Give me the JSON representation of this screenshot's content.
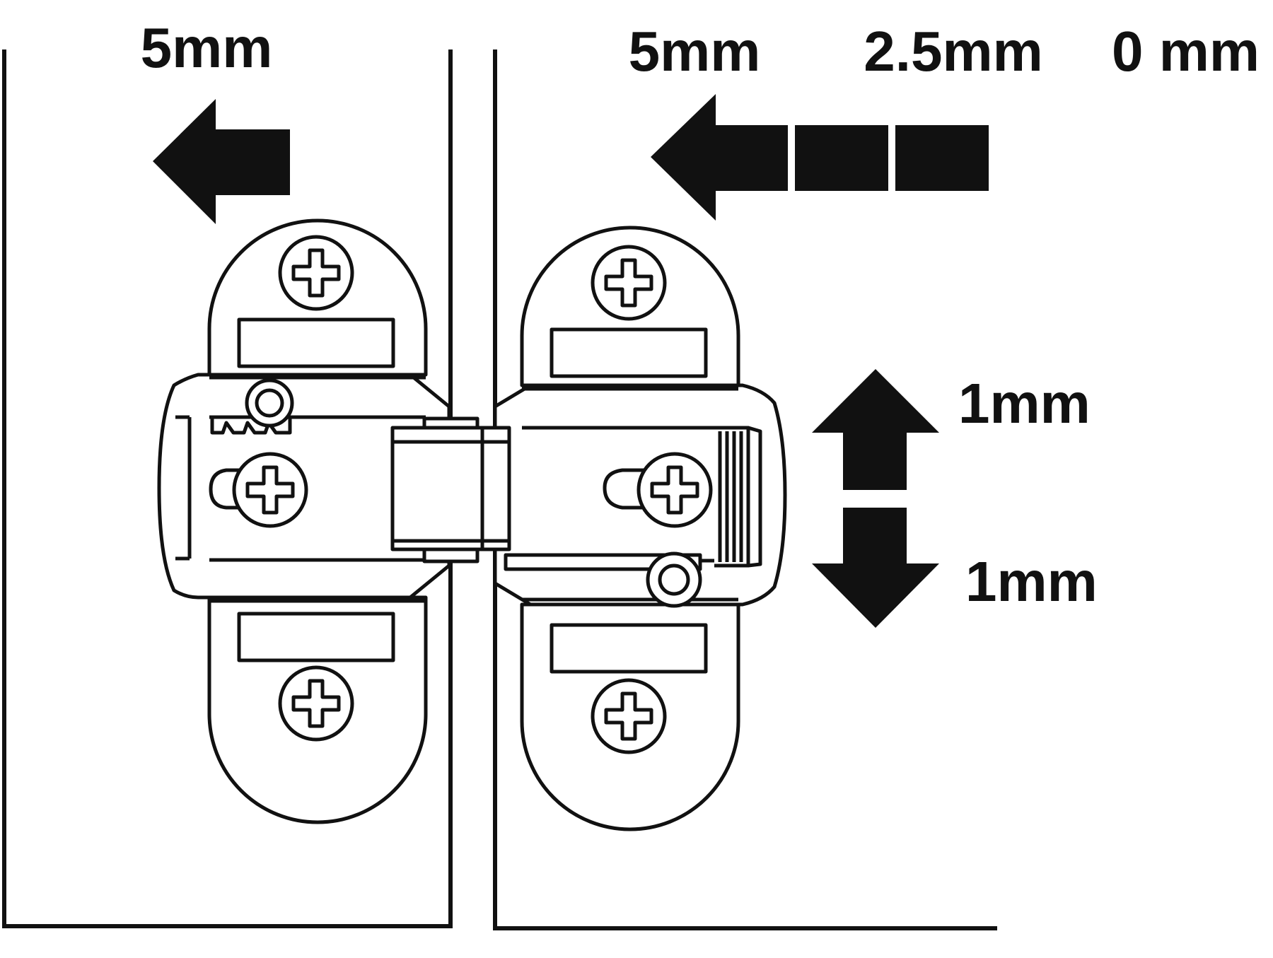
{
  "labels": {
    "left_adjust": "5mm",
    "depth_5": "5mm",
    "depth_2_5": "2.5mm",
    "depth_0": "0 mm",
    "height_up": "1mm",
    "height_down": "1mm"
  },
  "colors": {
    "ink": "#111111",
    "background": "#ffffff"
  },
  "icons": {
    "left_arrow": "arrow-left-icon",
    "segmented_arrow": "segmented-arrow-left-icon",
    "up_arrow": "arrow-up-icon",
    "down_arrow": "arrow-down-icon",
    "screw": "phillips-screw-icon"
  }
}
